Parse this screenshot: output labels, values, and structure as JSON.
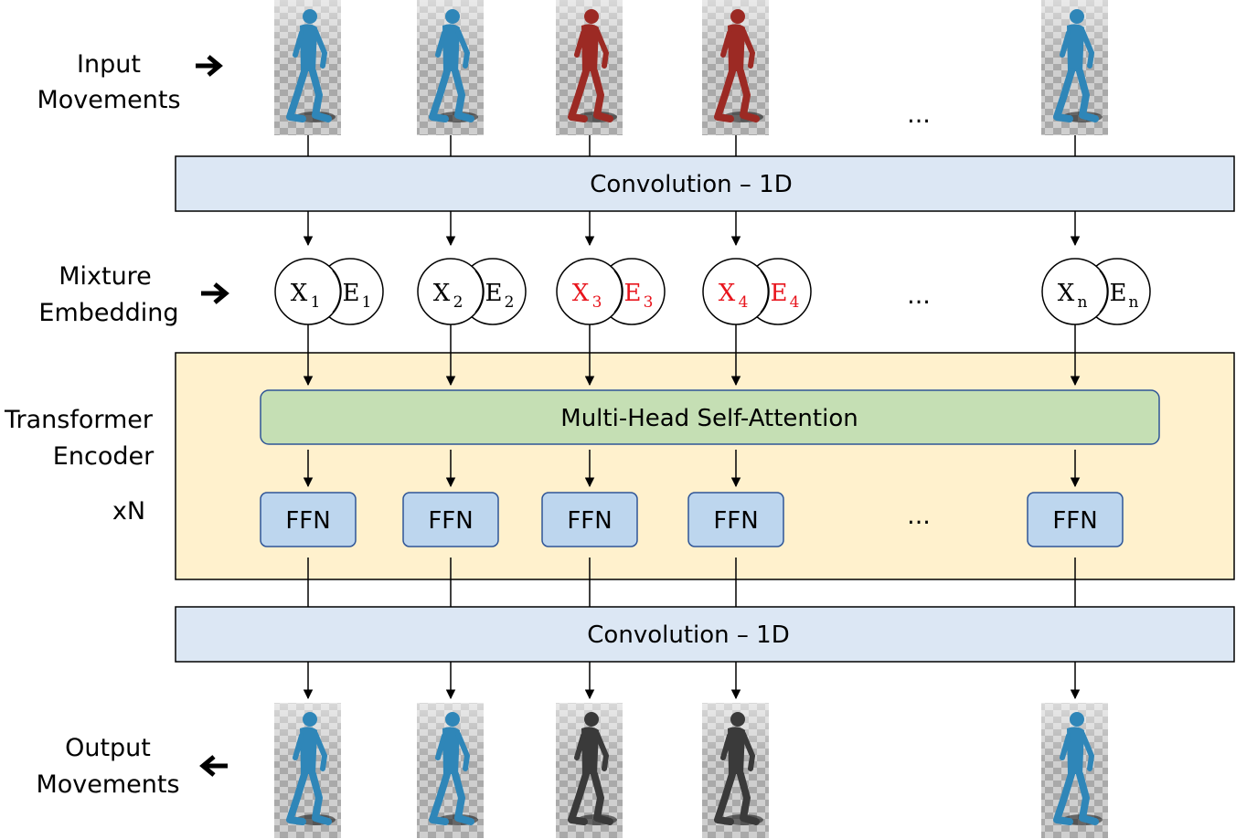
{
  "labels": {
    "input_line1": "Input",
    "input_line2": "Movements",
    "mixture_line1": "Mixture",
    "mixture_line2": "Embedding",
    "transformer_line1": "Transformer",
    "transformer_line2": "Encoder",
    "repeat": "xN",
    "output_line1": "Output",
    "output_line2": "Movements"
  },
  "blocks": {
    "conv_top": "Convolution – 1D",
    "attention": "Multi-Head Self-Attention",
    "conv_bottom": "Convolution – 1D",
    "ellipsis": "..."
  },
  "columns": [
    {
      "x_label": "X",
      "e_label": "E",
      "sub": "1",
      "ffn": "FFN",
      "highlight": false,
      "input_color": "blue",
      "output_color": "blue"
    },
    {
      "x_label": "X",
      "e_label": "E",
      "sub": "2",
      "ffn": "FFN",
      "highlight": false,
      "input_color": "blue",
      "output_color": "blue"
    },
    {
      "x_label": "X",
      "e_label": "E",
      "sub": "3",
      "ffn": "FFN",
      "highlight": true,
      "input_color": "red",
      "output_color": "dark"
    },
    {
      "x_label": "X",
      "e_label": "E",
      "sub": "4",
      "ffn": "FFN",
      "highlight": true,
      "input_color": "red",
      "output_color": "dark"
    },
    {
      "x_label": "X",
      "e_label": "E",
      "sub": "n",
      "ffn": "FFN",
      "highlight": false,
      "input_color": "blue",
      "output_color": "blue"
    }
  ],
  "colors": {
    "conv_fill": "#dce7f4",
    "attention_fill": "#c5dfb4",
    "ffn_fill": "#bdd6ee",
    "encoder_fill": "#fff1cd",
    "highlight_text": "#e8141c",
    "figure_blue": "#2f86b8",
    "figure_red": "#9c2a24",
    "figure_dark": "#3a3a3a"
  }
}
